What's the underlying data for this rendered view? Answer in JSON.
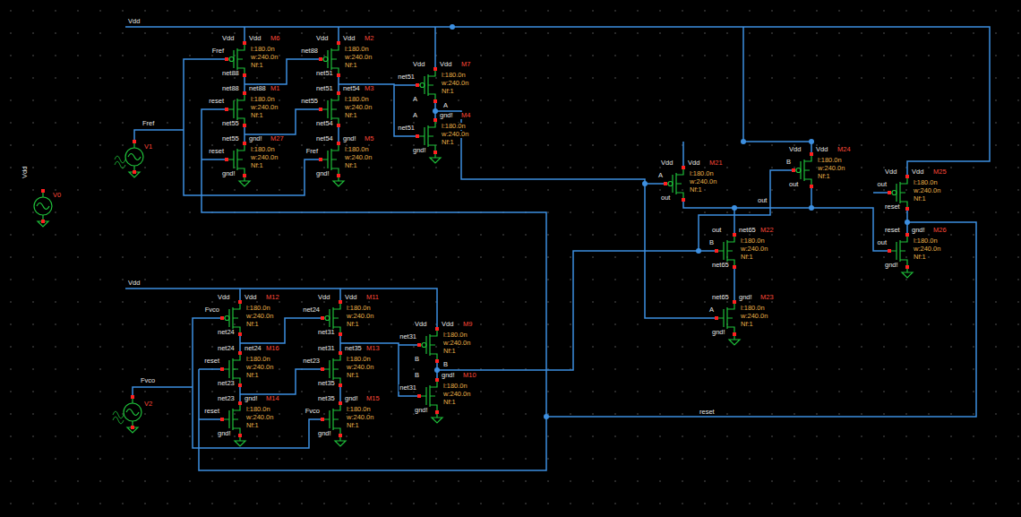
{
  "diagram": {
    "labels": [
      "Vdd",
      "Vdd",
      "Vdd",
      "V0",
      "Fref",
      "V1",
      "Fvco",
      "V2",
      "A",
      "B",
      "out",
      "reset",
      "M6",
      "Vdd",
      "Vdd",
      "Fref",
      "l:180.0n",
      "w:240.0n",
      "net88",
      "Nf:1",
      "M1",
      "net88",
      "net88",
      "reset",
      "l:180.0n",
      "w:240.0n",
      "net55",
      "Nf:1",
      "M27",
      "net55",
      "gnd!",
      "reset",
      "l:180.0n",
      "w:240.0n",
      "gnd!",
      "Nf:1",
      "M2",
      "Vdd",
      "Vdd",
      "net88",
      "l:180.0n",
      "w:240.0n",
      "net51",
      "Nf:1",
      "M3",
      "net51",
      "net54",
      "net55",
      "l:180.0n",
      "w:240.0n",
      "net54",
      "Nf:1",
      "M5",
      "net54",
      "gnd!",
      "Fref",
      "l:180.0n",
      "w:240.0n",
      "gnd!",
      "Nf:1",
      "M7",
      "Vdd",
      "Vdd",
      "net51",
      "l:180.0n",
      "w:240.0n",
      "A",
      "Nf:1",
      "M4",
      "A",
      "gnd!",
      "net51",
      "l:180.0n",
      "w:240.0n",
      "gnd!",
      "Nf:1",
      "M12",
      "Vdd",
      "Vdd",
      "Fvco",
      "l:180.0n",
      "w:240.0n",
      "net24",
      "Nf:1",
      "M16",
      "net24",
      "net24",
      "reset",
      "l:180.0n",
      "w:240.0n",
      "net23",
      "Nf:1",
      "M14",
      "net23",
      "gnd!",
      "reset",
      "l:180.0n",
      "w:240.0n",
      "gnd!",
      "Nf:1",
      "M11",
      "Vdd",
      "Vdd",
      "net24",
      "l:180.0n",
      "w:240.0n",
      "net31",
      "Nf:1",
      "M13",
      "net31",
      "net35",
      "net23",
      "l:180.0n",
      "w:240.0n",
      "net35",
      "Nf:1",
      "M15",
      "net35",
      "gnd!",
      "Fvco",
      "l:180.0n",
      "w:240.0n",
      "gnd!",
      "Nf:1",
      "M9",
      "Vdd",
      "Vdd",
      "net31",
      "l:180.0n",
      "w:240.0n",
      "B",
      "Nf:1",
      "M10",
      "B",
      "gnd!",
      "net31",
      "l:180.0n",
      "w:240.0n",
      "gnd!",
      "Nf:1",
      "M21",
      "Vdd",
      "Vdd",
      "A",
      "l:180.0n",
      "w:240.0n",
      "out",
      "Nf:1",
      "M24",
      "Vdd",
      "Vdd",
      "B",
      "l:180.0n",
      "w:240.0n",
      "out",
      "Nf:1",
      "M22",
      "out",
      "net65",
      "B",
      "l:180.0n",
      "w:240.0n",
      "net65",
      "Nf:1",
      "M23",
      "net65",
      "gnd!",
      "A",
      "l:180.0n",
      "w:240.0n",
      "gnd!",
      "Nf:1",
      "M25",
      "Vdd",
      "Vdd",
      "out",
      "l:180.0n",
      "w:240.0n",
      "reset",
      "Nf:1",
      "M26",
      "reset",
      "gnd!",
      "out",
      "l:180.0n",
      "w:240.0n",
      "gnd!",
      "Nf:1"
    ]
  }
}
